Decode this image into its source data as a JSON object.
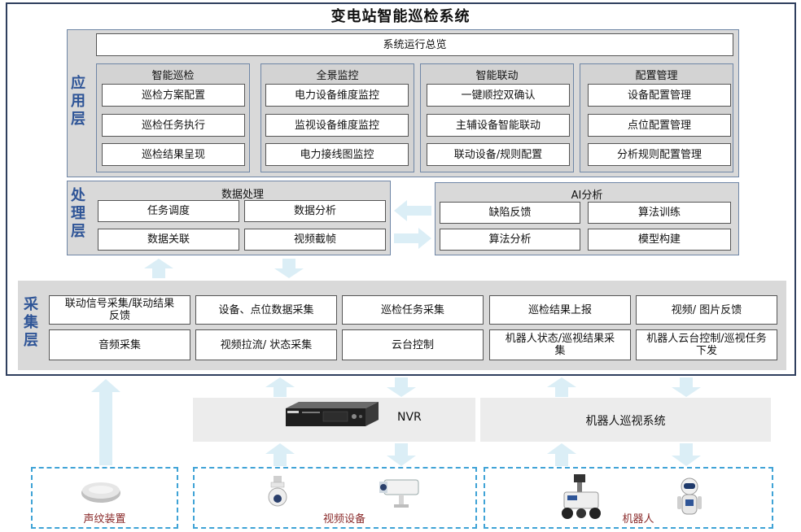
{
  "title": "变电站智能巡检系统",
  "app_layer": {
    "label": "应\n用\n层",
    "overview": "系统运行总览",
    "groups": [
      {
        "title": "智能巡检",
        "items": [
          "巡检方案配置",
          "巡检任务执行",
          "巡检结果呈现"
        ]
      },
      {
        "title": "全景监控",
        "items": [
          "电力设备维度监控",
          "监视设备维度监控",
          "电力接线图监控"
        ]
      },
      {
        "title": "智能联动",
        "items": [
          "一键顺控双确认",
          "主辅设备智能联动",
          "联动设备/规则配置"
        ]
      },
      {
        "title": "配置管理",
        "items": [
          "设备配置管理",
          "点位配置管理",
          "分析规则配置管理"
        ]
      }
    ]
  },
  "proc_layer": {
    "label": "处\n理\n层",
    "data_proc": {
      "title": "数据处理",
      "items": [
        "任务调度",
        "数据分析",
        "数据关联",
        "视频截帧"
      ]
    },
    "ai": {
      "title": "AI分析",
      "items": [
        "缺陷反馈",
        "算法训练",
        "算法分析",
        "模型构建"
      ]
    }
  },
  "collect_layer": {
    "label": "采\n集\n层",
    "row1": [
      "联动信号采集/联动结果反馈",
      "设备、点位数据采集",
      "巡检任务采集",
      "巡检结果上报",
      "视频/ 图片反馈"
    ],
    "row2": [
      "音频采集",
      "视频拉流/ 状态采集",
      "云台控制",
      "机器人状态/巡视结果采集",
      "机器人云台控制/巡视任务下发"
    ]
  },
  "middle": {
    "nvr": "NVR",
    "robot_system": "机器人巡视系统"
  },
  "devices": [
    {
      "label": "声纹装置",
      "icon": "sound-sensor-icon"
    },
    {
      "label": "视频设备",
      "icon": "camera-icon"
    },
    {
      "label": "机器人",
      "icon": "robot-icon"
    }
  ],
  "colors": {
    "accent": "#2f5597",
    "arrow": "#dbeef6",
    "dash": "#3fa3d6",
    "device_label": "#8a2a2a"
  }
}
